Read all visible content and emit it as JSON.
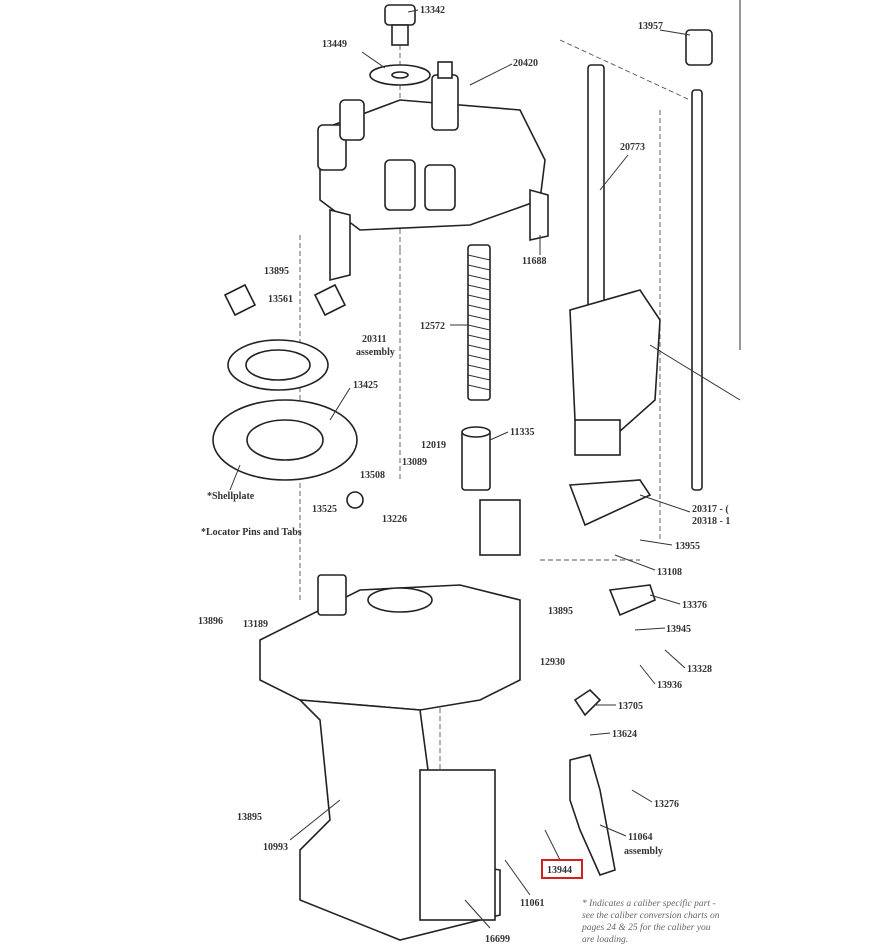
{
  "diagram": {
    "title": "Exploded parts diagram",
    "highlight_color": "#d22020",
    "labels": {
      "p13342": "13342",
      "p13449": "13449",
      "p20420": "20420",
      "p13957": "13957",
      "p20773": "20773",
      "p11688": "11688",
      "p13895a": "13895",
      "p13561": "13561",
      "p20311": "20311",
      "p20311b": "assembly",
      "p12572": "12572",
      "p13425": "13425",
      "p12019": "12019",
      "p11335": "11335",
      "p13089": "13089",
      "p13508": "13508",
      "shellplate": "*Shellplate",
      "p13525": "13525",
      "p13226": "13226",
      "locator": "*Locator Pins and Tabs",
      "p20317": "20317 - (",
      "p20318": "20318 - 1",
      "p13955": "13955",
      "p13108": "13108",
      "p13376": "13376",
      "p13895b": "13895",
      "p13945": "13945",
      "p12930": "12930",
      "p13328": "13328",
      "p13936": "13936",
      "p13896": "13896",
      "p13189": "13189",
      "p13705": "13705",
      "p13624": "13624",
      "p13276": "13276",
      "p11064": "11064",
      "p11064b": "assembly",
      "p13895c": "13895",
      "p10993": "10993",
      "p13944": "13944",
      "p11061": "11061",
      "p16699": "16699"
    },
    "note": [
      "* Indicates a caliber specific part -",
      "see the caliber conversion charts on",
      "pages 24 & 25 for the caliber you",
      "are loading."
    ]
  }
}
